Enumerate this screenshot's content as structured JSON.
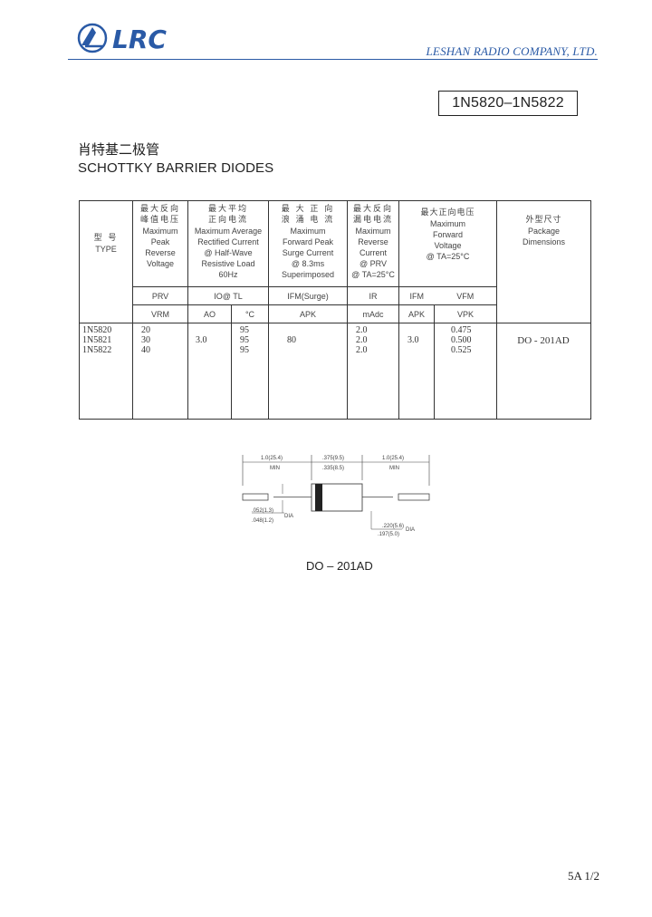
{
  "header": {
    "logo_text": "LRC",
    "company": "LESHAN RADIO COMPANY, LTD.",
    "brand_color": "#2a5aa6"
  },
  "part_number": "1N5820–1N5822",
  "title_cn": "肖特基二极管",
  "title_en": "SCHOTTKY BARRIER DIODES",
  "table": {
    "col_type": {
      "cn": "型 号",
      "en": "TYPE"
    },
    "col_prv": {
      "cn": [
        "最大反向",
        "峰值电压"
      ],
      "en": [
        "Maximum",
        "Peak",
        "Reverse",
        "Voltage"
      ]
    },
    "col_io": {
      "cn": [
        "最大平均",
        "正向电流"
      ],
      "en": [
        "Maximum Average",
        "Rectified Current",
        "@ Half-Wave",
        "Resistive Load",
        "60Hz"
      ]
    },
    "col_ifsm": {
      "cn": [
        "最 大 正 向",
        "浪 涌 电 流"
      ],
      "en": [
        "Maximum",
        "Forward Peak",
        "Surge Current",
        "@ 8.3ms",
        "Superimposed"
      ]
    },
    "col_ir": {
      "cn": [
        "最大反向",
        "漏电电流"
      ],
      "en": [
        "Maximum",
        "Reverse",
        "Current",
        "@ PRV",
        "@ TA=25°C"
      ]
    },
    "col_vf": {
      "cn": "最大正向电压",
      "en": [
        "Maximum",
        "Forward",
        "Voltage",
        "@ TA=25°C"
      ]
    },
    "col_pkg": {
      "cn": "外型尺寸",
      "en": [
        "Package",
        "Dimensions"
      ]
    },
    "symbols": {
      "prv": "PRV",
      "io": "IO@ TL",
      "ifsm": "IFM(Surge)",
      "ir": "IR",
      "ifm": "IFM",
      "vfm": "VFM"
    },
    "units": {
      "vrm": "VRM",
      "ao": "AO",
      "degc": "°C",
      "apk": "APK",
      "madc": "mAdc",
      "apk2": "APK",
      "vpk": "VPK"
    },
    "rows": {
      "types": [
        "1N5820",
        "1N5821",
        "1N5822"
      ],
      "prv": [
        "20",
        "30",
        "40"
      ],
      "io": "3.0",
      "tl": [
        "95",
        "95",
        "95"
      ],
      "ifsm": "80",
      "ir": [
        "2.0",
        "2.0",
        "2.0"
      ],
      "ifm": "3.0",
      "vfm": [
        "0.475",
        "0.500",
        "0.525"
      ],
      "package": "DO - 201AD"
    }
  },
  "drawing": {
    "dim_lead_left": "1.0(25.4)",
    "dim_min_left": "MIN",
    "dim_body_a": ".375(9.5)",
    "dim_body_b": ".335(8.5)",
    "dim_lead_right": "1.0(25.4)",
    "dim_min_right": "MIN",
    "dim_lead_dia_a": ".052(1.3)",
    "dim_lead_dia_b": ".048(1.2)",
    "dim_dia_label": "DIA",
    "dim_body_dia_a": ".220(5.6)",
    "dim_body_dia_b": ".197(5.0)",
    "dim_body_dia_label": "DIA",
    "package_label": "DO – 201AD"
  },
  "page_number": "5A 1/2"
}
